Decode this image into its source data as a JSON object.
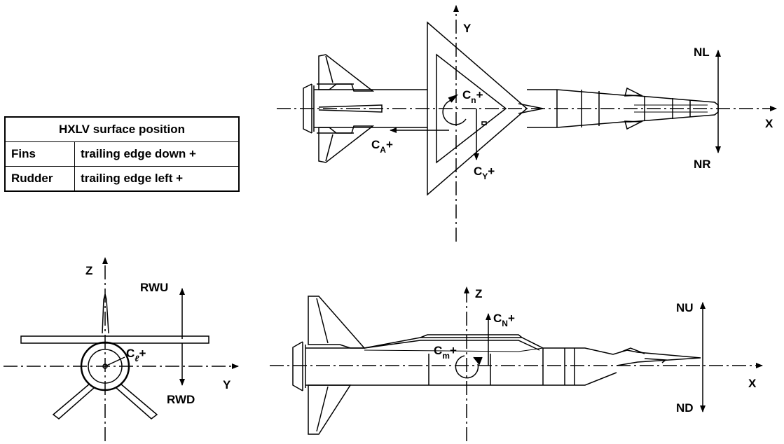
{
  "table": {
    "title": "HXLV surface position",
    "rows": [
      {
        "surface": "Fins",
        "convention": "trailing edge down +"
      },
      {
        "surface": "Rudder",
        "convention": "trailing edge left +"
      }
    ]
  },
  "top_view": {
    "axis_y": "Y",
    "axis_x": "X",
    "cn": {
      "main": "C",
      "sub": "n",
      "sign": "+"
    },
    "ca": {
      "main": "C",
      "sub": "A",
      "sign": "+"
    },
    "cy": {
      "main": "C",
      "sub": "Y",
      "sign": "+"
    },
    "nose_left": "NL",
    "nose_right": "NR"
  },
  "rear_view": {
    "axis_z": "Z",
    "axis_y": "Y",
    "right_wing_up": "RWU",
    "right_wing_down": "RWD",
    "cl": {
      "main": "C",
      "sub": "ℓ",
      "sign": "+"
    }
  },
  "side_view": {
    "axis_z": "Z",
    "axis_x": "X",
    "cn": {
      "main": "C",
      "sub": "N",
      "sign": "+"
    },
    "cm": {
      "main": "C",
      "sub": "m",
      "sign": "+"
    },
    "nose_up": "NU",
    "nose_down": "ND"
  }
}
